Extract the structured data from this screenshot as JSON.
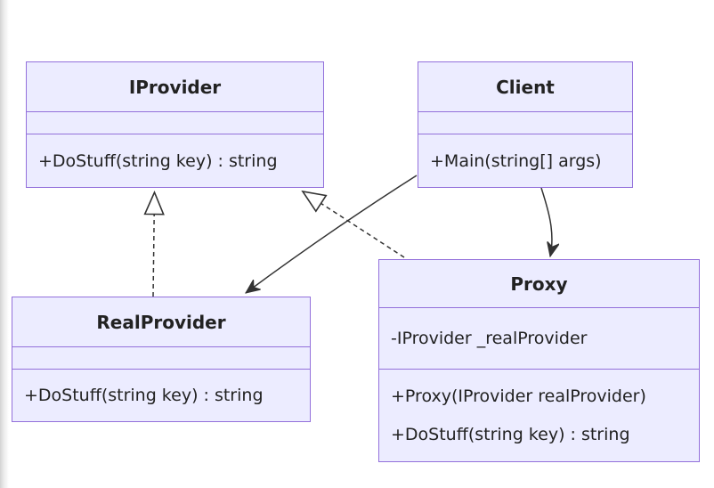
{
  "diagram": {
    "kind": "uml-class-diagram",
    "pattern_name": "Proxy",
    "colors": {
      "box_fill": "#ECECFF",
      "box_border": "#9370DB",
      "line": "#333333",
      "text": "#222222",
      "bg": "#ffffff"
    },
    "classes": [
      {
        "id": "iprovider",
        "name": "IProvider",
        "fields": [],
        "methods": [
          "+DoStuff(string key) : string"
        ]
      },
      {
        "id": "client",
        "name": "Client",
        "fields": [],
        "methods": [
          "+Main(string[] args)"
        ]
      },
      {
        "id": "realprovider",
        "name": "RealProvider",
        "fields": [],
        "methods": [
          "+DoStuff(string key) : string"
        ]
      },
      {
        "id": "proxy",
        "name": "Proxy",
        "fields": [
          "-IProvider _realProvider"
        ],
        "methods": [
          "+Proxy(IProvider realProvider)",
          "+DoStuff(string key) : string"
        ]
      }
    ],
    "relationships": [
      {
        "from": "RealProvider",
        "to": "IProvider",
        "type": "realization",
        "line": "dashed",
        "arrow": "hollow-triangle"
      },
      {
        "from": "Proxy",
        "to": "IProvider",
        "type": "realization",
        "line": "dashed",
        "arrow": "hollow-triangle"
      },
      {
        "from": "Client",
        "to": "RealProvider",
        "type": "dependency",
        "line": "solid",
        "arrow": "filled-barb"
      },
      {
        "from": "Client",
        "to": "Proxy",
        "type": "dependency",
        "line": "solid",
        "arrow": "filled-barb"
      }
    ]
  }
}
